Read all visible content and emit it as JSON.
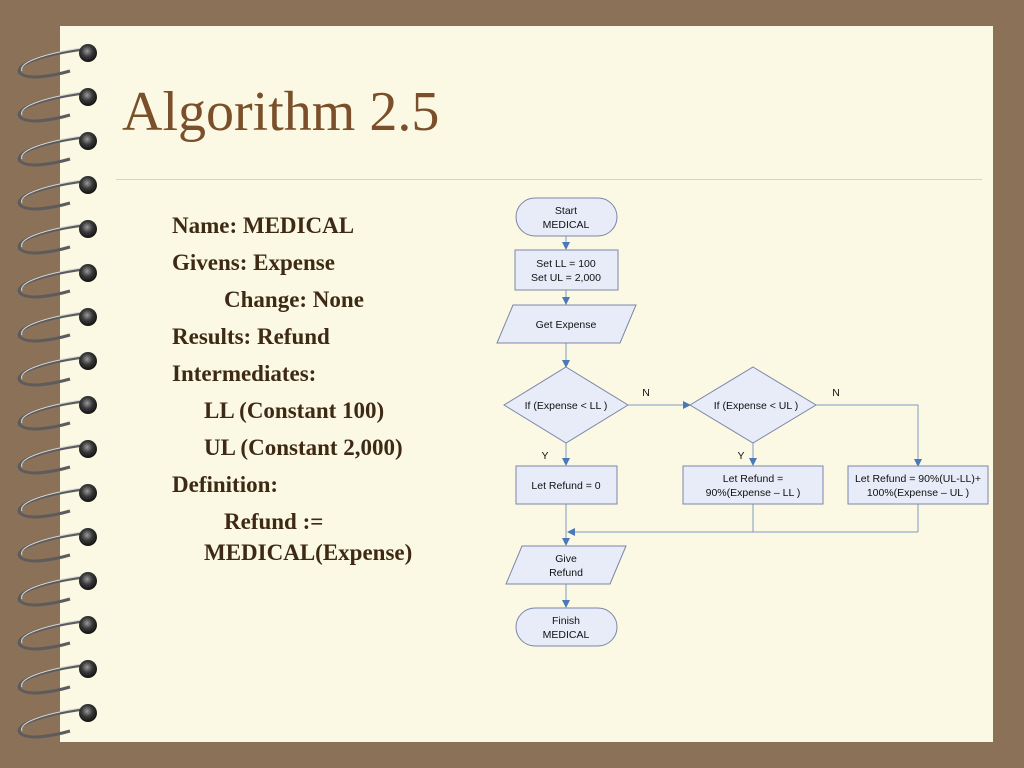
{
  "slide": {
    "title": "Algorithm 2.5",
    "outline": {
      "name": "Name: MEDICAL",
      "givens": "Givens: Expense",
      "change": "Change: None",
      "results": "Results: Refund",
      "intermediates": "Intermediates:",
      "ll": "LL (Constant 100)",
      "ul": "UL (Constant 2,000)",
      "definition": "Definition:",
      "def_line1": "Refund :=",
      "def_line2": "MEDICAL(Expense)"
    }
  },
  "flowchart": {
    "start": [
      "Start",
      "MEDICAL"
    ],
    "set": [
      "Set LL = 100",
      "Set UL = 2,000"
    ],
    "get": "Get Expense",
    "decision1": "If (Expense < LL  )",
    "decision2": "If (Expense < UL   )",
    "label_n1": "N",
    "label_n2": "N",
    "label_y1": "Y",
    "label_y2": "Y",
    "refund0": "Let Refund = 0",
    "refund1": [
      "Let Refund =",
      "90%(Expense – LL  )"
    ],
    "refund2": [
      "Let Refund = 90%(UL-LL)+",
      "100%(Expense – UL   )"
    ],
    "give": [
      "Give",
      "Refund"
    ],
    "finish": [
      "Finish",
      "MEDICAL"
    ],
    "colors": {
      "shape_fill": "#e8ecf8",
      "shape_stroke": "#7a86a8",
      "arrow": "#4a78b8"
    }
  }
}
